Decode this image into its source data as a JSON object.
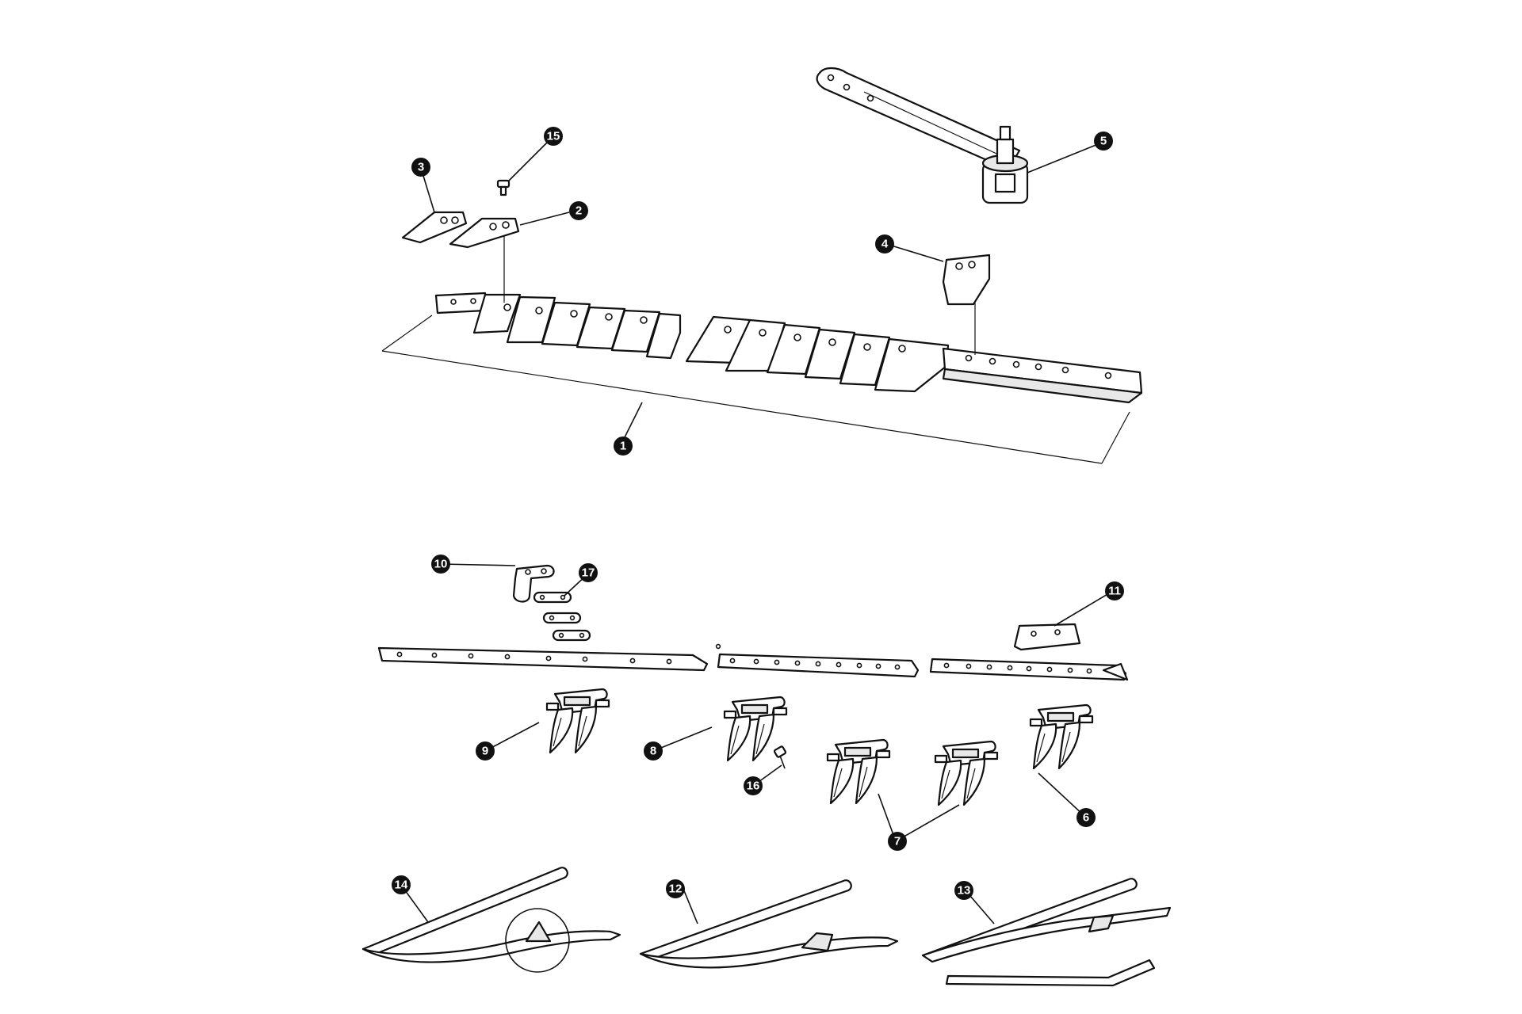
{
  "callouts": [
    {
      "id": "c1",
      "label": "1"
    },
    {
      "id": "c2",
      "label": "2"
    },
    {
      "id": "c3",
      "label": "3"
    },
    {
      "id": "c4",
      "label": "4"
    },
    {
      "id": "c5",
      "label": "5"
    },
    {
      "id": "c6",
      "label": "6"
    },
    {
      "id": "c7",
      "label": "7"
    },
    {
      "id": "c8",
      "label": "8"
    },
    {
      "id": "c9",
      "label": "9"
    },
    {
      "id": "c10",
      "label": "10"
    },
    {
      "id": "c11",
      "label": "11"
    },
    {
      "id": "c12",
      "label": "12"
    },
    {
      "id": "c13",
      "label": "13"
    },
    {
      "id": "c14",
      "label": "14"
    },
    {
      "id": "c15",
      "label": "15"
    },
    {
      "id": "c16",
      "label": "16"
    },
    {
      "id": "c17",
      "label": "17"
    }
  ],
  "colors": {
    "line": "#111111",
    "callout_fill": "#111111",
    "background": "#ffffff"
  }
}
